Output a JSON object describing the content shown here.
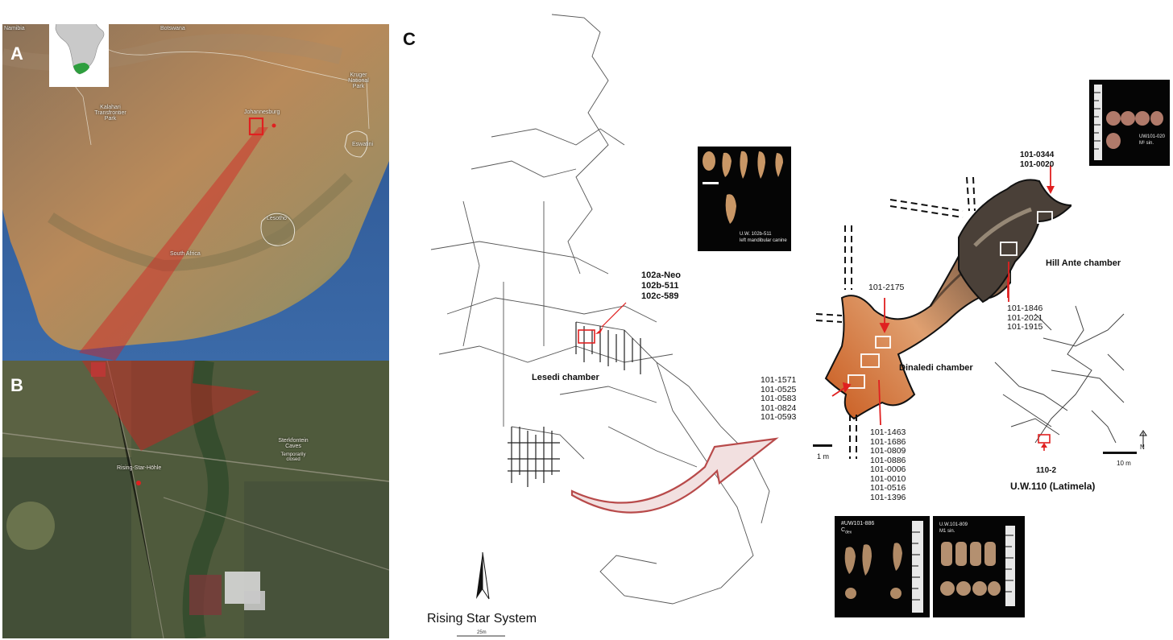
{
  "panels": {
    "a": {
      "letter": "A",
      "places": {
        "namibia": "Namibia",
        "botswana": "Botswana",
        "kruger": "Kruger National Park",
        "kalahari": "Kalahari Transfrontier Park",
        "johannesburg": "Johannesburg",
        "eswatini": "Eswatini",
        "lesotho": "Lesotho",
        "south_africa": "South Africa"
      }
    },
    "b": {
      "letter": "B",
      "places": {
        "rising_star": "Rising-Star-Höhle",
        "sterkfontein": "Sterkfontein Caves",
        "sterkfontein_note": "Temporarily closed"
      }
    },
    "c": {
      "letter": "C",
      "system_title": "Rising Star System",
      "system_scale": "25m",
      "lesedi": {
        "chamber_label": "Lesedi chamber",
        "ids": [
          "102a-Neo",
          "102b-511",
          "102c-589"
        ],
        "photo_caption_1": "U.W. 102b-511",
        "photo_caption_2": "left mandibular canine"
      },
      "dinaledi": {
        "chamber_label": "Dinaledi chamber",
        "hill_ante_label": "Hill Ante chamber",
        "id_top": "101-2175",
        "ids_left": [
          "101-1571",
          "101-0525",
          "101-0583",
          "101-0824",
          "101-0593"
        ],
        "ids_bottom": [
          "101-1463",
          "101-1686",
          "101-0809",
          "101-0886",
          "101-0006",
          "101-0010",
          "101-0516",
          "101-1396"
        ],
        "ids_hill": [
          "101-1846",
          "101-2021",
          "101-1915"
        ],
        "ids_top_right": [
          "101-0344",
          "101-0020"
        ],
        "scale": "1 m"
      },
      "latimela": {
        "title": "U.W.110 (Latimela)",
        "id": "110-2",
        "scale": "10 m",
        "north": "N"
      },
      "photos": {
        "top_right_caption_1": "UW101-020",
        "top_right_caption_2": "M¹ sin.",
        "bottom_left_caption_1": "#UW101-886",
        "bottom_left_caption_2": "C",
        "bottom_left_caption_2_sub": "dex",
        "bottom_right_caption_1": "U.W.101-809",
        "bottom_right_caption_2": "M1 sin."
      }
    }
  },
  "colors": {
    "arrow_red": "#d41f1f",
    "highlight_red": "#e02020",
    "earth_tan": "#b98a5a",
    "ocean_blue": "#2f5f9e",
    "africa_green": "#2e9e3e"
  }
}
